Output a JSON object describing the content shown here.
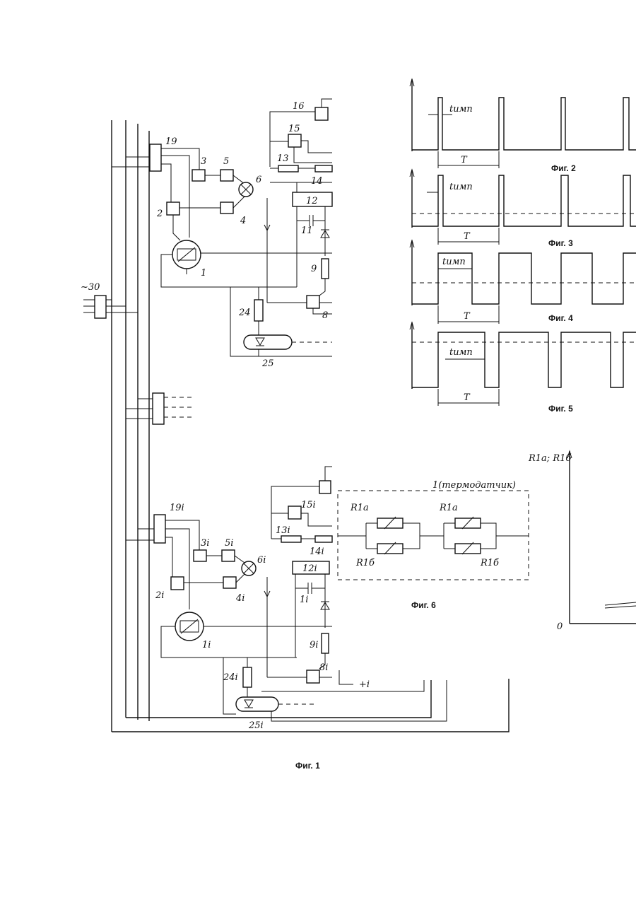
{
  "figures": {
    "fig1": "Фиг. 1",
    "fig2": "Фиг. 2",
    "fig3": "Фиг. 3",
    "fig4": "Фиг. 4",
    "fig5": "Фиг. 5",
    "fig6": "Фиг. 6"
  },
  "circuit_top": {
    "supply": "~30",
    "labels": [
      "19",
      "3",
      "5",
      "6",
      "2",
      "4",
      "1",
      "16",
      "15",
      "13",
      "14",
      "12",
      "11",
      "9",
      "8",
      "24",
      "25"
    ]
  },
  "circuit_bottom": {
    "labels": [
      "19i",
      "3i",
      "5i",
      "6i",
      "2i",
      "4i",
      "1i",
      "15i",
      "13i",
      "14i",
      "12i",
      "1i",
      "9i",
      "8i",
      "24i",
      "25i",
      "+i"
    ]
  },
  "timing": {
    "pulse_label": "tимп",
    "period_label": "T"
  },
  "sensor": {
    "title": "1(термодатчик)",
    "r1a": "R1a",
    "r1b": "R1б"
  },
  "graph": {
    "ylabel": "R1a; R1б",
    "origin": "0"
  }
}
